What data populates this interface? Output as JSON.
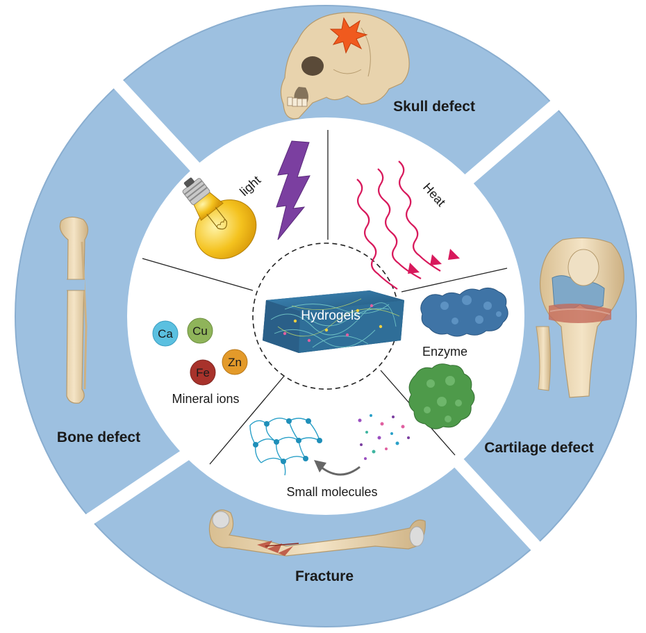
{
  "center": {
    "label": "Hydrogels"
  },
  "outer_sections": {
    "skull": "Skull defect",
    "cartilage": "Cartilage defect",
    "fracture": "Fracture",
    "bone": "Bone defect"
  },
  "stimuli": {
    "light": "light",
    "heat": "Heat",
    "enzyme": "Enzyme",
    "small_molecules": "Small molecules",
    "mineral_ions": "Mineral ions"
  },
  "ions": [
    "Ca",
    "Cu",
    "Fe",
    "Zn"
  ],
  "colors": {
    "outer_ring": "#9dc0e0",
    "ring_edge": "#6f8fad",
    "lightning": "#7b3fa0",
    "heat_arrows": "#d8195c",
    "hydrogel": "#2f6e98",
    "bone": "#e8d3ad",
    "enzyme_blue": "#3f74a6",
    "enzyme_green": "#4e9a4a",
    "ca": "#5bc0e0",
    "cu": "#8fb45a",
    "fe": "#a8322b",
    "zn": "#e39a2a"
  }
}
